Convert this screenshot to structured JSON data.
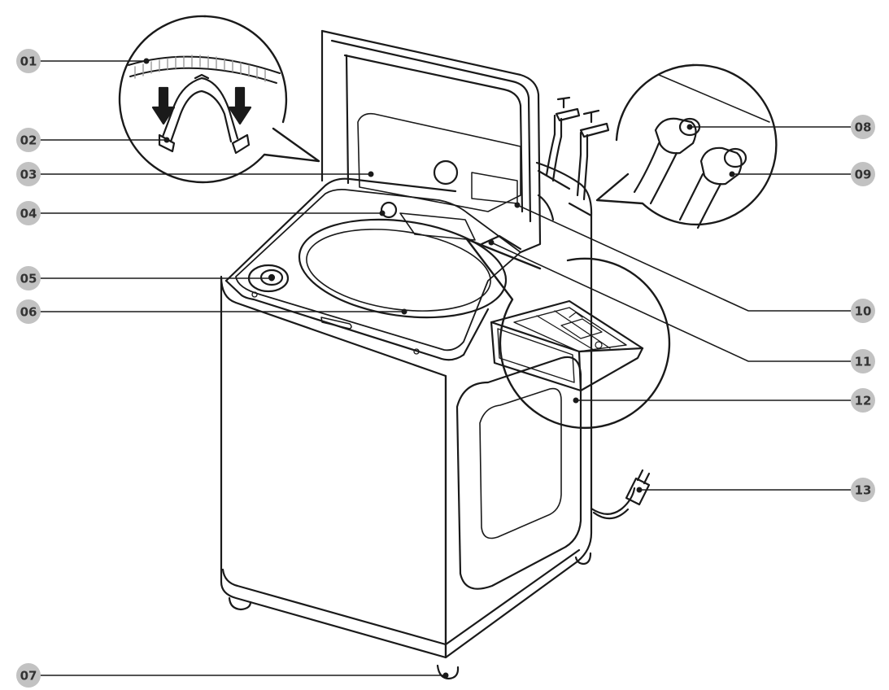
{
  "colors": {
    "line": "#1a1a1a",
    "badge_fill": "#c2c2c2",
    "badge_text": "#333333",
    "hose_texture": "#9a9a9a",
    "background": "#ffffff"
  },
  "callouts": [
    {
      "id": "01",
      "label": "01",
      "side": "left"
    },
    {
      "id": "02",
      "label": "02",
      "side": "left"
    },
    {
      "id": "03",
      "label": "03",
      "side": "left"
    },
    {
      "id": "04",
      "label": "04",
      "side": "left"
    },
    {
      "id": "05",
      "label": "05",
      "side": "left"
    },
    {
      "id": "06",
      "label": "06",
      "side": "left"
    },
    {
      "id": "07",
      "label": "07",
      "side": "left"
    },
    {
      "id": "08",
      "label": "08",
      "side": "right"
    },
    {
      "id": "09",
      "label": "09",
      "side": "right"
    },
    {
      "id": "10",
      "label": "10",
      "side": "right"
    },
    {
      "id": "11",
      "label": "11",
      "side": "right"
    },
    {
      "id": "12",
      "label": "12",
      "side": "right"
    },
    {
      "id": "13",
      "label": "13",
      "side": "right"
    }
  ],
  "icons": {
    "drain_hose_detail": "hose-clip-magnifier-icon",
    "water_inlet_detail": "inlet-hose-magnifier-icon",
    "dispenser_detail": "detergent-drawer-magnifier-icon",
    "taps": "water-tap-icon",
    "power_plug": "power-plug-icon"
  }
}
